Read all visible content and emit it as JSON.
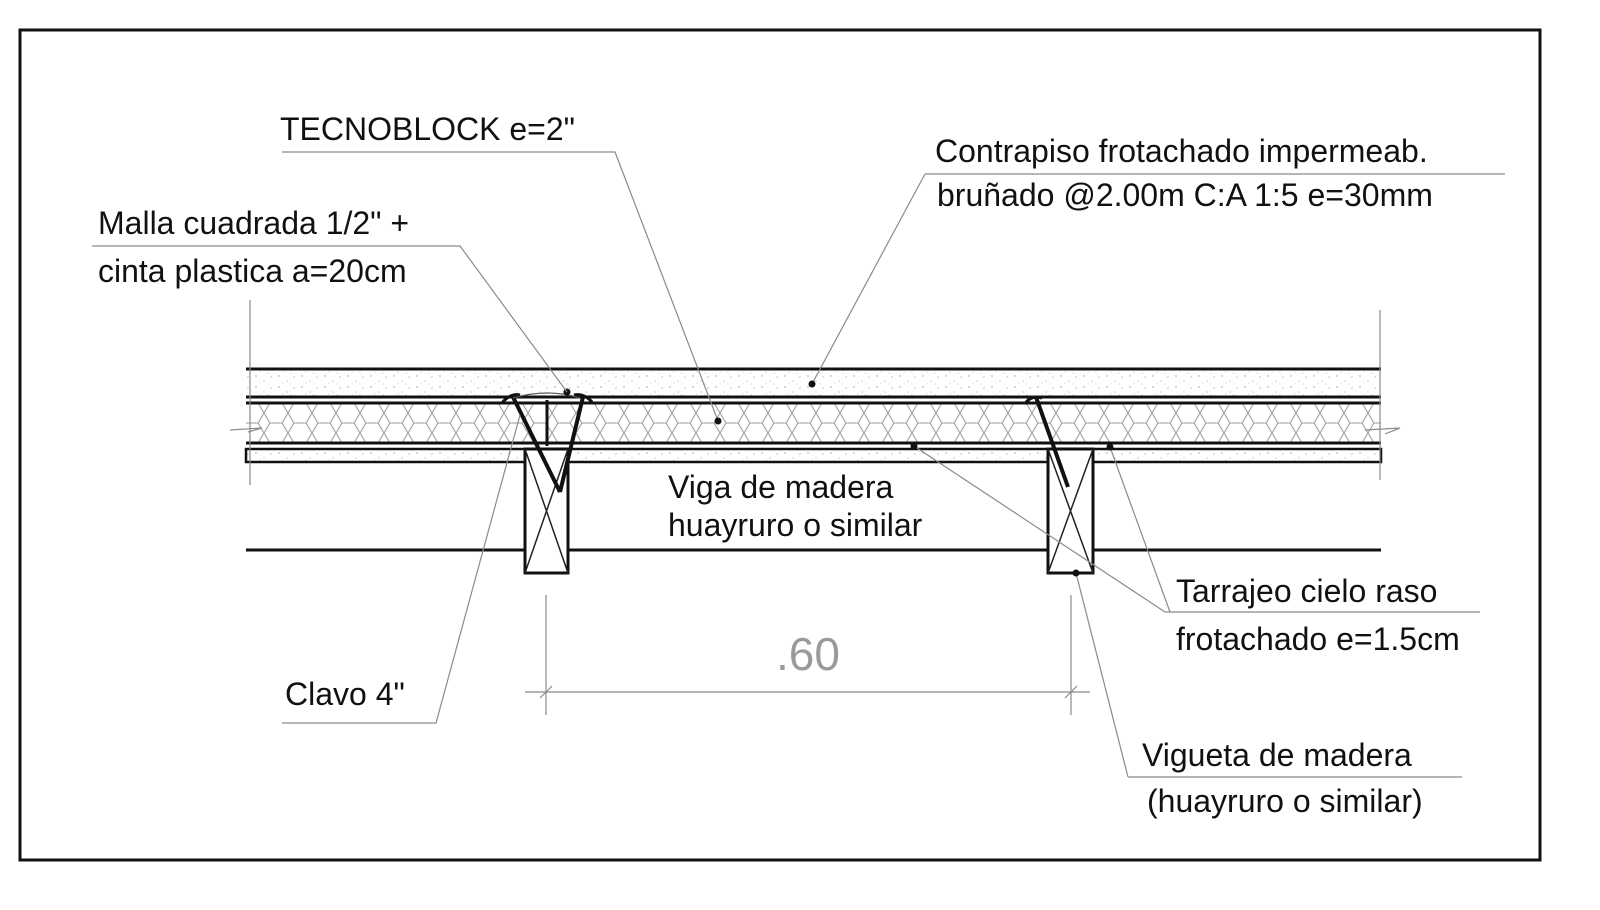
{
  "labels": {
    "tecnoblock": "TECNOBLOCK e=2\"",
    "contrapiso_1": "Contrapiso frotachado impermeab.",
    "contrapiso_2": "bruñado @2.00m C:A 1:5 e=30mm",
    "malla_1": "Malla cuadrada 1/2\" +",
    "malla_2": "cinta plastica a=20cm",
    "viga_1": "Viga de madera",
    "viga_2": "huayruro o similar",
    "tarrajeo_1": "Tarrajeo cielo raso",
    "tarrajeo_2": "frotachado e=1.5cm",
    "clavo": "Clavo 4\"",
    "vigueta_1": "Vigueta de madera",
    "vigueta_2": "(huayruro o similar)"
  },
  "dimension": {
    "spacing": ".60"
  }
}
